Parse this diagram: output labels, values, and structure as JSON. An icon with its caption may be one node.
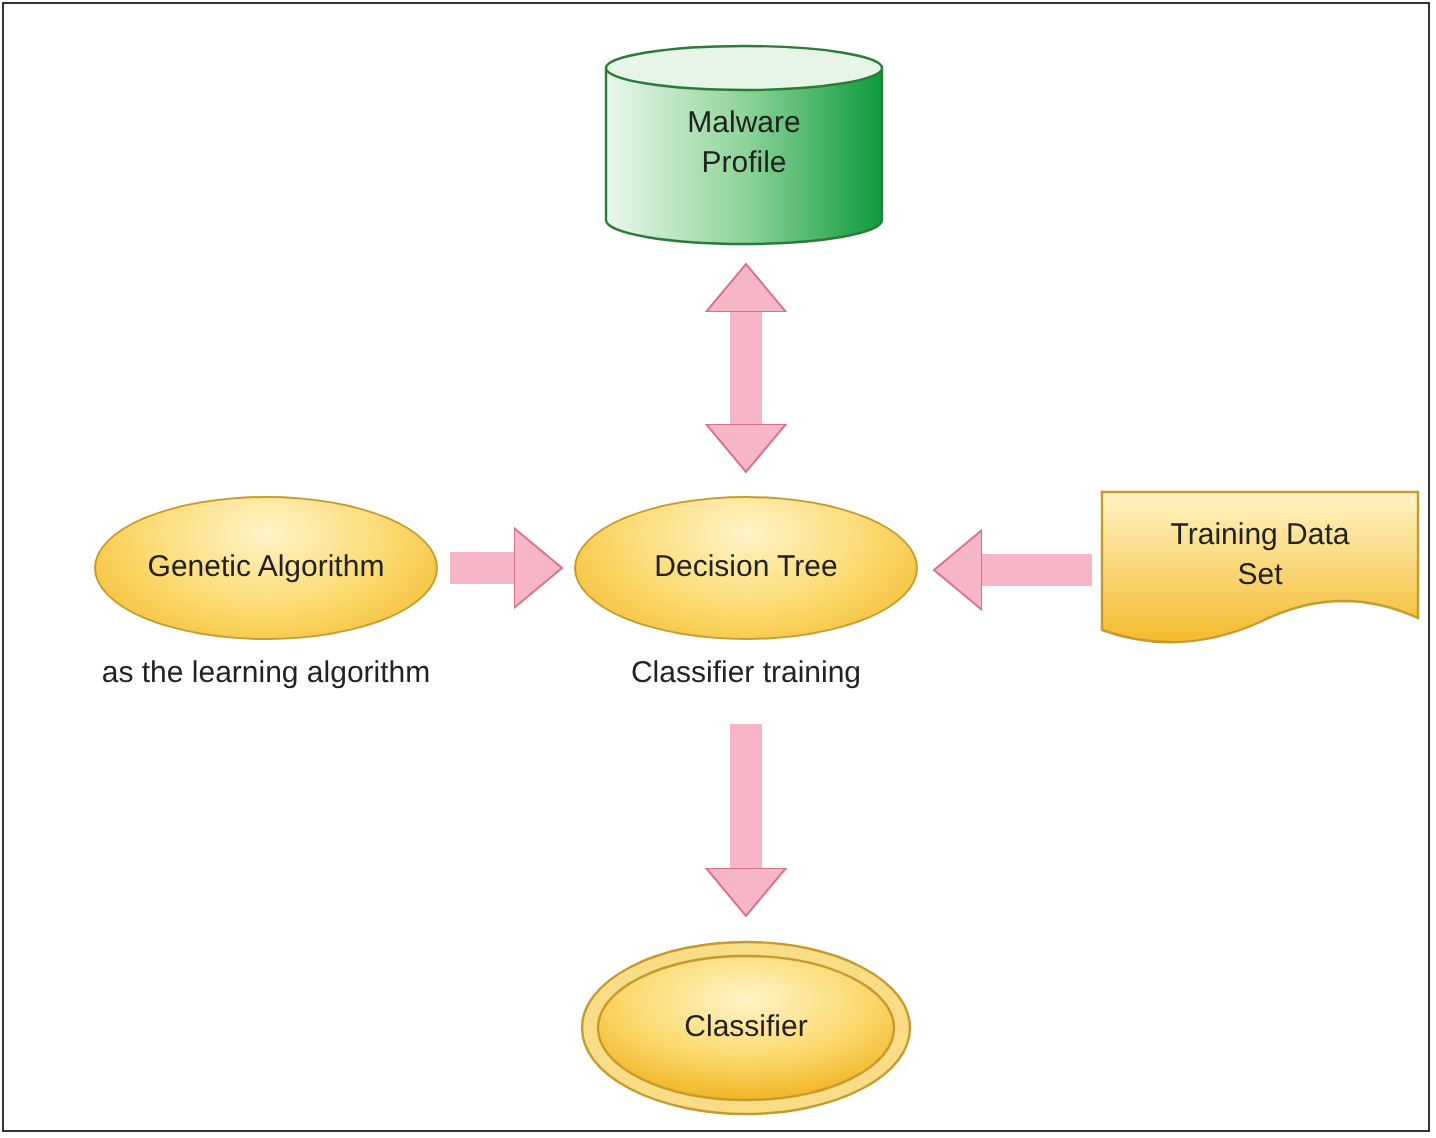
{
  "diagram": {
    "nodes": [
      {
        "text": [
          "Malware Profile"
        ]
      },
      {
        "text": [
          "Genetic Algorithm"
        ],
        "beside": [
          "as the learning algorithm"
        ]
      },
      {
        "text": [
          "Decision Tree"
        ],
        "beside": [
          "Classifier training"
        ]
      },
      {
        "text": [
          "Training Data Set"
        ]
      },
      {
        "text": [
          "Classifier"
        ]
      }
    ],
    "edges": [
      {
        "from": 2,
        "to": 0,
        "arrow": "both"
      },
      {
        "from": 1,
        "to": 2,
        "arrow": "to"
      },
      {
        "from": 3,
        "to": 2,
        "arrow": "to"
      },
      {
        "from": 2,
        "to": 4,
        "arrow": "to"
      }
    ]
  }
}
